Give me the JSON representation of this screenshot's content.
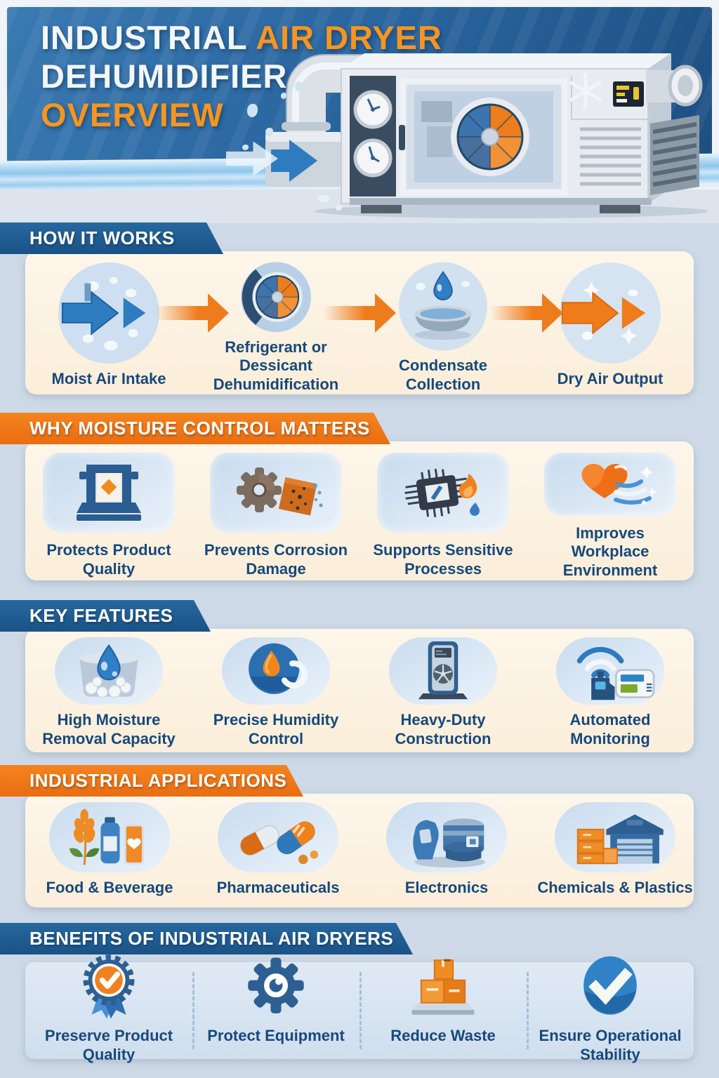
{
  "colors": {
    "primary_blue": "#1e5e95",
    "accent_orange": "#f0761c",
    "title_orange": "#f6951f",
    "navy_text": "#17497c",
    "cream_panel": "#fdf3e4",
    "light_blue_panel": "#d9e4f0",
    "hero_background": "#265e93"
  },
  "hero": {
    "title": {
      "line1_part1": "INDUSTRIAL ",
      "line1_part2": "AIR DRYER",
      "line2": "DEHUMIDIFIER",
      "line3": "OVERVIEW"
    },
    "illustration": "industrial-air-dryer-machine"
  },
  "how_it_works": {
    "heading": "HOW IT WORKS",
    "steps": [
      {
        "label": "Moist Air Intake",
        "icon": "moist-air-intake-icon"
      },
      {
        "label": "Refrigerant or Dessicant Dehumidification",
        "icon": "dehumidification-wheel-icon"
      },
      {
        "label": "Condensate Collection",
        "icon": "condensate-collection-icon"
      },
      {
        "label": "Dry Air Output",
        "icon": "dry-air-output-icon"
      }
    ]
  },
  "why_moisture_control_matters": {
    "heading": "WHY MOISTURE CONTROL MATTERS",
    "items": [
      {
        "label": "Protects Product Quality",
        "icon": "product-press-icon"
      },
      {
        "label": "Prevents Corrosion Damage",
        "icon": "corroded-gear-icon"
      },
      {
        "label": "Supports Sensitive Processes",
        "icon": "circuit-chip-icon"
      },
      {
        "label": "Improves Workplace Environment",
        "icon": "heart-airflow-icon"
      }
    ]
  },
  "key_features": {
    "heading": "KEY FEATURES",
    "items": [
      {
        "label": "High Moisture Removal Capacity",
        "icon": "moisture-capacity-icon"
      },
      {
        "label": "Precise Humidity Control",
        "icon": "humidity-gauge-icon"
      },
      {
        "label": "Heavy-Duty Construction",
        "icon": "heavy-duty-cabinet-icon"
      },
      {
        "label": "Automated Monitoring",
        "icon": "automated-monitoring-icon"
      }
    ]
  },
  "industrial_applications": {
    "heading": "INDUSTRIAL APPLICATIONS",
    "items": [
      {
        "label": "Food & Beverage",
        "icon": "food-beverage-icon"
      },
      {
        "label": "Pharmaceuticals",
        "icon": "pharmaceuticals-icon"
      },
      {
        "label": "Electronics",
        "icon": "electronics-icon"
      },
      {
        "label": "Chemicals & Plastics",
        "icon": "chemicals-plastics-icon"
      }
    ]
  },
  "benefits": {
    "heading": "BENEFITS OF INDUSTRIAL AIR DRYERS",
    "items": [
      {
        "label": "Preserve Product Quality",
        "icon": "quality-badge-icon"
      },
      {
        "label": "Protect Equipment",
        "icon": "gear-icon"
      },
      {
        "label": "Reduce Waste",
        "icon": "boxes-pallet-icon"
      },
      {
        "label": "Ensure Operational Stability",
        "icon": "check-circle-icon"
      }
    ]
  }
}
